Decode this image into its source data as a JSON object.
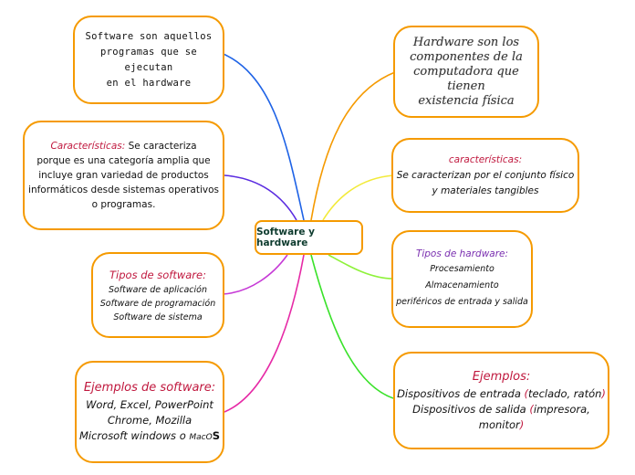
{
  "center": {
    "label": "Software y hardware"
  },
  "left": {
    "definition": {
      "lines": [
        "Software son aquellos",
        "programas que se ejecutan",
        "en el hardware"
      ]
    },
    "characteristics": {
      "heading": "Características:",
      "first_line_rest": " Se caracteriza",
      "lines": [
        "porque es una categoría amplia que",
        "incluye gran variedad de productos",
        "informáticos desde sistemas operativos",
        "o programas."
      ]
    },
    "types": {
      "heading": "Tipos de software:",
      "items": [
        "Software de aplicación",
        "Software de programación",
        "Software de sistema"
      ]
    },
    "examples": {
      "heading": "Ejemplos de software:",
      "lines": [
        "Word, Excel, PowerPoint",
        "Chrome, Mozilla"
      ],
      "last_line_start": "Microsoft windows o ",
      "last_line_small": "MacO",
      "last_line_bold": "S"
    }
  },
  "right": {
    "definition": {
      "lines": [
        "Hardware son los",
        "componentes de la",
        "computadora que tienen",
        "existencia física"
      ]
    },
    "characteristics": {
      "heading": "características:",
      "lines": [
        "Se caracterizan por el conjunto físico",
        "y materiales tangibles"
      ]
    },
    "types": {
      "heading": "Tipos de hardware:",
      "items": [
        "Procesamiento",
        "Almacenamiento",
        "periféricos de entrada y salida"
      ]
    },
    "examples": {
      "heading": "Ejemplos:",
      "line1_text": "Dispositivos de entrada ",
      "line1_paren_open": "(",
      "line1_inner": "teclado, ratón",
      "line1_paren_close": ")",
      "line2_text": "Dispositivos de salida ",
      "line2_paren_open": "(",
      "line2_inner": "impresora,",
      "line3_inner": "monitor",
      "line3_paren_close": ")"
    }
  },
  "colors": {
    "box_border": "#f59a00",
    "heading_red": "#c0183e",
    "heading_purple": "#7a2fb0",
    "link_blue": "#1f63e6",
    "link_violet": "#5a2be0",
    "link_magenta": "#c63ad6",
    "link_pink": "#e62aa6",
    "link_orange": "#f59a00",
    "link_yellow": "#f2ea3a",
    "link_lime": "#8ef23a",
    "link_green": "#3ae22a"
  }
}
